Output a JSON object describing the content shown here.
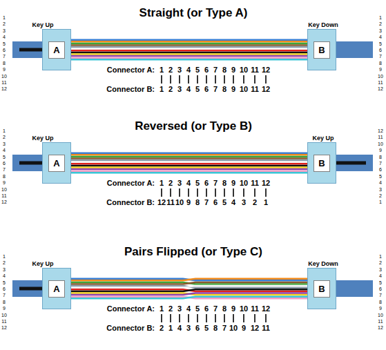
{
  "diagram": {
    "nodes": [
      {
        "text": [
          "A"
        ]
      },
      {
        "text": [
          "B"
        ]
      },
      {
        "text": [
          "A"
        ]
      },
      {
        "text": [
          "B"
        ]
      },
      {
        "text": [
          "A"
        ]
      },
      {
        "text": [
          "B"
        ]
      }
    ],
    "edges": [
      {
        "from": 0,
        "to": 1,
        "arrow": "none"
      },
      {
        "from": 2,
        "to": 3,
        "arrow": "none"
      },
      {
        "from": 4,
        "to": 5,
        "arrow": "none"
      }
    ],
    "labels": [
      "Straight (or Type A)",
      "Key Up",
      "Key Down",
      "1",
      "2",
      "3",
      "4",
      "5",
      "6",
      "7",
      "8",
      "9",
      "10",
      "11",
      "12",
      "1",
      "2",
      "3",
      "4",
      "5",
      "6",
      "7",
      "8",
      "9",
      "10",
      "11",
      "12",
      "Connector A:",
      "1",
      "2",
      "3",
      "4",
      "5",
      "6",
      "7",
      "8",
      "9",
      "10",
      "11",
      "12",
      "Connector B:",
      "1",
      "2",
      "3",
      "4",
      "5",
      "6",
      "7",
      "8",
      "9",
      "10",
      "11",
      "12",
      "Reversed (or Type B)",
      "Key Up",
      "Key Up",
      "1",
      "2",
      "3",
      "4",
      "5",
      "6",
      "7",
      "8",
      "9",
      "10",
      "11",
      "12",
      "12",
      "11",
      "10",
      "9",
      "8",
      "7",
      "6",
      "5",
      "4",
      "3",
      "2",
      "1",
      "Connector A:",
      "1",
      "2",
      "3",
      "4",
      "5",
      "6",
      "7",
      "8",
      "9",
      "10",
      "11",
      "12",
      "Connector B:",
      "12",
      "11",
      "10",
      "9",
      "8",
      "7",
      "6",
      "5",
      "4",
      "3",
      "2",
      "1",
      "Pairs Flipped (or Type C)",
      "Key Up",
      "Key Down",
      "1",
      "2",
      "3",
      "4",
      "5",
      "6",
      "7",
      "8",
      "9",
      "10",
      "11",
      "12",
      "1",
      "2",
      "3",
      "4",
      "5",
      "6",
      "7",
      "8",
      "9",
      "10",
      "11",
      "12",
      "Connector A:",
      "1",
      "2",
      "3",
      "4",
      "5",
      "6",
      "7",
      "8",
      "9",
      "10",
      "11",
      "12",
      "Connector B:",
      "2",
      "1",
      "4",
      "3",
      "6",
      "5",
      "8",
      "7",
      "10",
      "9",
      "12",
      "11"
    ]
  }
}
